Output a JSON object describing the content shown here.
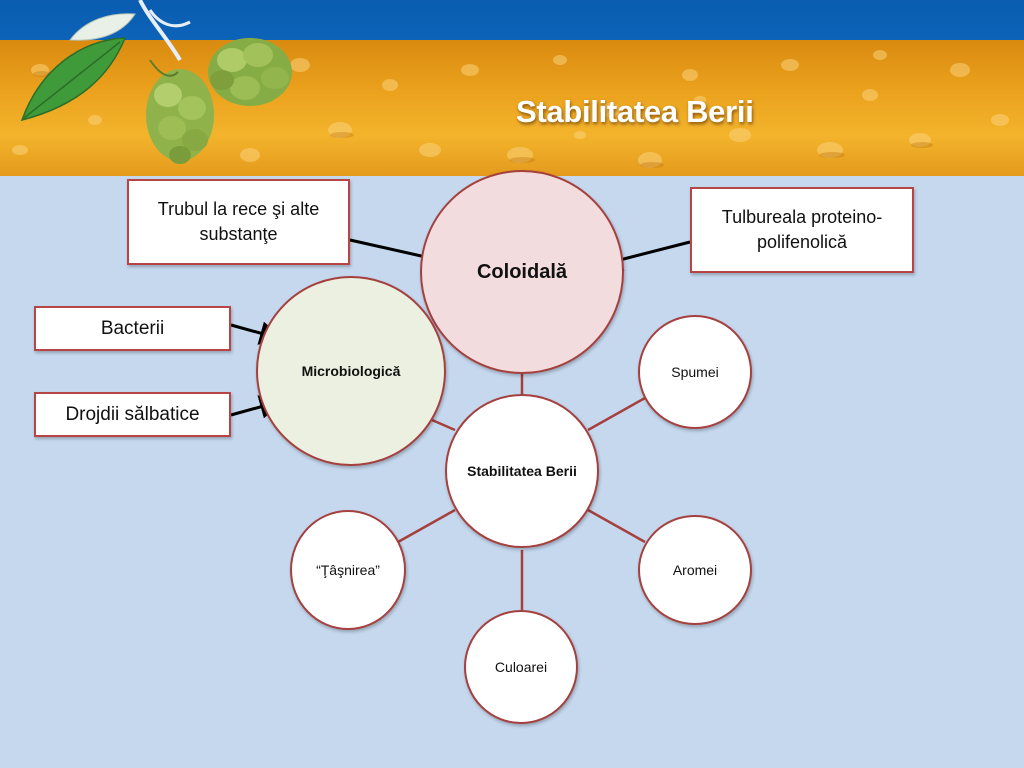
{
  "slide": {
    "title": "Stabilitatea Berii"
  },
  "diagram": {
    "center": "Stabilitatea Berii",
    "nodes": {
      "coloidala": "Coloidală",
      "microbiologica": "Microbiologică",
      "spumei": "Spumei",
      "aromei": "Aromei",
      "culoarei": "Culoarei",
      "tasnirea": "“Ţâşnirea”"
    },
    "callouts": {
      "trubul": "Trubul la rece şi alte substanţe",
      "tulbureala": "Tulbureala proteino-polifenolică",
      "bacterii": "Bacterii",
      "drojdii": "Drojdii sălbatice"
    }
  },
  "colors": {
    "header_blue": "#0c63b8",
    "header_amber": "#eaa01c",
    "background": "#c5d8ee",
    "circle_border": "#a5403f",
    "coloidala_fill": "#f2dcdd",
    "microbiologica_fill": "#ebf0e0"
  }
}
